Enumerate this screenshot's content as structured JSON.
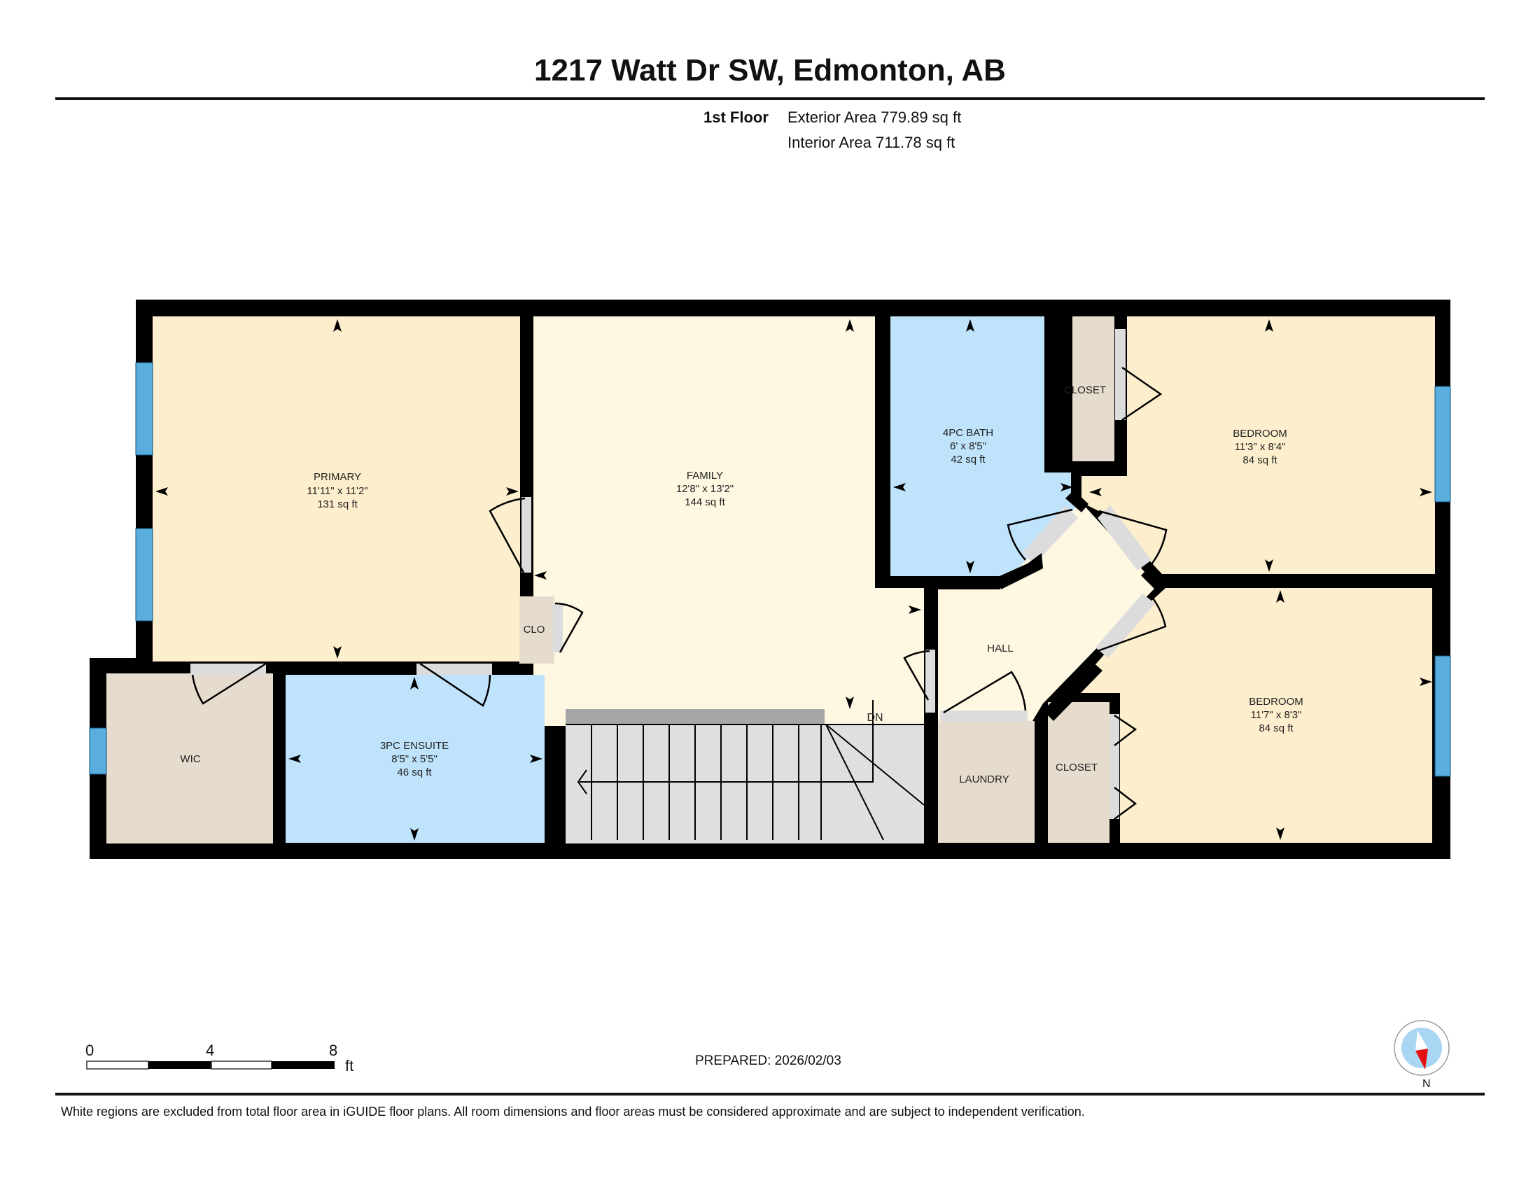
{
  "header": {
    "title": "1217 Watt Dr SW, Edmonton, AB",
    "floor_label": "1st Floor",
    "exterior_area": "Exterior Area 779.89 sq ft",
    "interior_area": "Interior Area 711.78 sq ft"
  },
  "rooms": {
    "primary": {
      "name": "PRIMARY",
      "dims": "11'11\" x 11'2\"",
      "area": "131 sq ft",
      "color": "#fdefcd"
    },
    "family": {
      "name": "FAMILY",
      "dims": "12'8\" x 13'2\"",
      "area": "144 sq ft",
      "color": "#fef7e2"
    },
    "bath4pc": {
      "name": "4PC BATH",
      "dims": "6' x 8'5\"",
      "area": "42 sq ft",
      "color": "#bfe3fb"
    },
    "closet_top": {
      "name": "CLOSET",
      "color": "#e6dccd"
    },
    "bedroom1": {
      "name": "BEDROOM",
      "dims": "11'3\" x 8'4\"",
      "area": "84 sq ft",
      "color": "#fdefcd"
    },
    "clo": {
      "name": "CLO",
      "color": "#e6dccd"
    },
    "hall": {
      "name": "HALL",
      "color": "#fef7e2"
    },
    "wic": {
      "name": "WIC",
      "color": "#e6dccd"
    },
    "ensuite3pc": {
      "name": "3PC ENSUITE",
      "dims": "8'5\" x 5'5\"",
      "area": "46 sq ft",
      "color": "#bfe3fb"
    },
    "stairs": {
      "label": "DN",
      "color": "#dfdfdf"
    },
    "laundry": {
      "name": "LAUNDRY",
      "color": "#e6dccd"
    },
    "closet_bottom": {
      "name": "CLOSET",
      "color": "#e6dccd"
    },
    "bedroom2": {
      "name": "BEDROOM",
      "dims": "11'7\" x 8'3\"",
      "area": "84 sq ft",
      "color": "#fdefcd"
    }
  },
  "colors": {
    "wall": "#000000",
    "window": "#5aaede",
    "door_opening": "#dcdcdc",
    "stair_rail": "#a6a6a6"
  },
  "scale_bar": {
    "ticks": [
      "0",
      "4",
      "8"
    ],
    "unit": "ft"
  },
  "footer": {
    "prepared": "PREPARED: 2026/02/03",
    "compass_label": "N",
    "disclaimer": "White regions are excluded from total floor area in iGUIDE floor plans. All room dimensions and floor areas must be considered approximate and are subject to independent verification."
  }
}
